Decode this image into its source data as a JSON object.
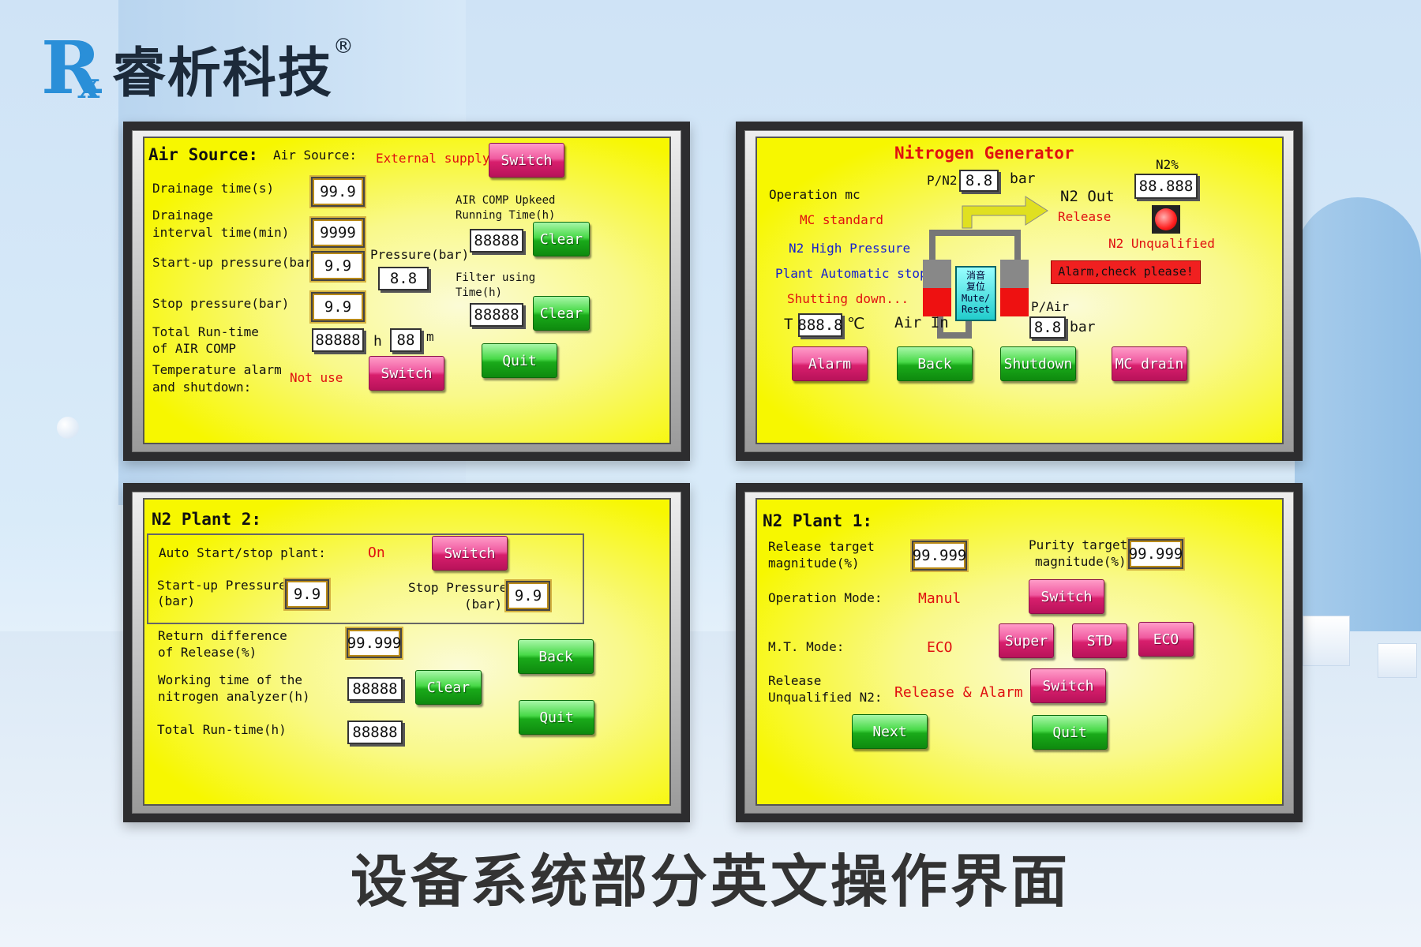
{
  "brand": {
    "mark": "R",
    "mark2": "x",
    "name": "睿析科技",
    "reg": "®"
  },
  "caption": "设备系统部分英文操作界面",
  "air": {
    "title": "Air Source:",
    "src_label": "Air Source:",
    "src_value": "External supply",
    "switch1": "Switch",
    "drain_label": "Drainage time(s)",
    "drain_val": "99.9",
    "interval_l1": "Drainage",
    "interval_l2": "interval time(min)",
    "interval_val": "9999",
    "startup_label": "Start-up pressure(bar)",
    "startup_val": "9.9",
    "stop_label": "Stop pressure(bar)",
    "stop_val": "9.9",
    "total_l1": "Total Run-time",
    "total_l2": "of AIR COMP",
    "total_h": "88888",
    "h_unit": "h",
    "total_m": "88",
    "m_unit": "m",
    "temp_l1": "Temperature alarm",
    "temp_l2": "and shutdown:",
    "temp_val": "Not use",
    "switch2": "Switch",
    "pressure_label": "Pressure(bar)",
    "pressure_val": "8.8",
    "upkeep_l1": "AIR COMP Upkeed",
    "upkeep_l2": "Running Time(h)",
    "upkeep_val": "88888",
    "clear1": "Clear",
    "filter_l1": "Filter using",
    "filter_l2": "Time(h)",
    "filter_val": "88888",
    "clear2": "Clear",
    "quit": "Quit"
  },
  "ngen": {
    "title": "Nitrogen Generator",
    "pn2_label": "P/N2",
    "pn2_val": "8.8",
    "bar1": "bar",
    "n2_pct_label": "N2%",
    "n2_pct_val": "88.888",
    "n2_out": "N2 Out",
    "release": "Release",
    "op_mode": "Operation mc",
    "mc_std": "MC standard",
    "high_p": "N2 High Pressure",
    "auto_stop": "Plant Automatic stop",
    "shutting": "Shutting down...",
    "n2_unq": "N2 Unqualified",
    "alarm_msg": "Alarm,check please!",
    "mute_l1": "消音",
    "mute_l2": "复位",
    "mute_l3": "Mute/",
    "mute_l4": "Reset",
    "t_label": "T",
    "t_val": "888.8",
    "t_unit": "℃",
    "air_in": "Air In",
    "pair_label": "P/Air",
    "pair_val": "8.8",
    "bar2": "bar",
    "alarm_btn": "Alarm",
    "back_btn": "Back",
    "shutdown_btn": "Shutdown",
    "mc_drain_btn": "MC drain"
  },
  "plant2": {
    "title": "N2 Plant 2:",
    "auto_label": "Auto Start/stop plant:",
    "auto_val": "On",
    "switch": "Switch",
    "su_l1": "Start-up Pressure",
    "su_l2": "(bar)",
    "su_val": "9.9",
    "sp_l1": "Stop Pressure",
    "sp_l2": "(bar)",
    "sp_val": "9.9",
    "ret_l1": "Return difference",
    "ret_l2": "of Release(%)",
    "ret_val": "99.999",
    "back": "Back",
    "work_l1": "Working time of the",
    "work_l2": "nitrogen analyzer(h)",
    "work_val": "88888",
    "clear": "Clear",
    "total_label": "Total Run-time(h)",
    "total_val": "88888",
    "quit": "Quit"
  },
  "plant1": {
    "title": "N2 Plant 1:",
    "rel_l1": "Release target",
    "rel_l2": "magnitude(%)",
    "rel_val": "99.999",
    "pur_l1": "Purity target",
    "pur_l2": "magnitude(%)",
    "pur_val": "99.999",
    "op_label": "Operation Mode:",
    "op_val": "Manul",
    "switch1": "Switch",
    "mt_label": "M.T. Mode:",
    "mt_val": "ECO",
    "super": "Super",
    "std": "STD",
    "eco": "ECO",
    "ru_l1": "Release",
    "ru_l2": "Unqualified N2:",
    "ru_val": "Release & Alarm",
    "switch2": "Switch",
    "next": "Next",
    "quit": "Quit"
  }
}
